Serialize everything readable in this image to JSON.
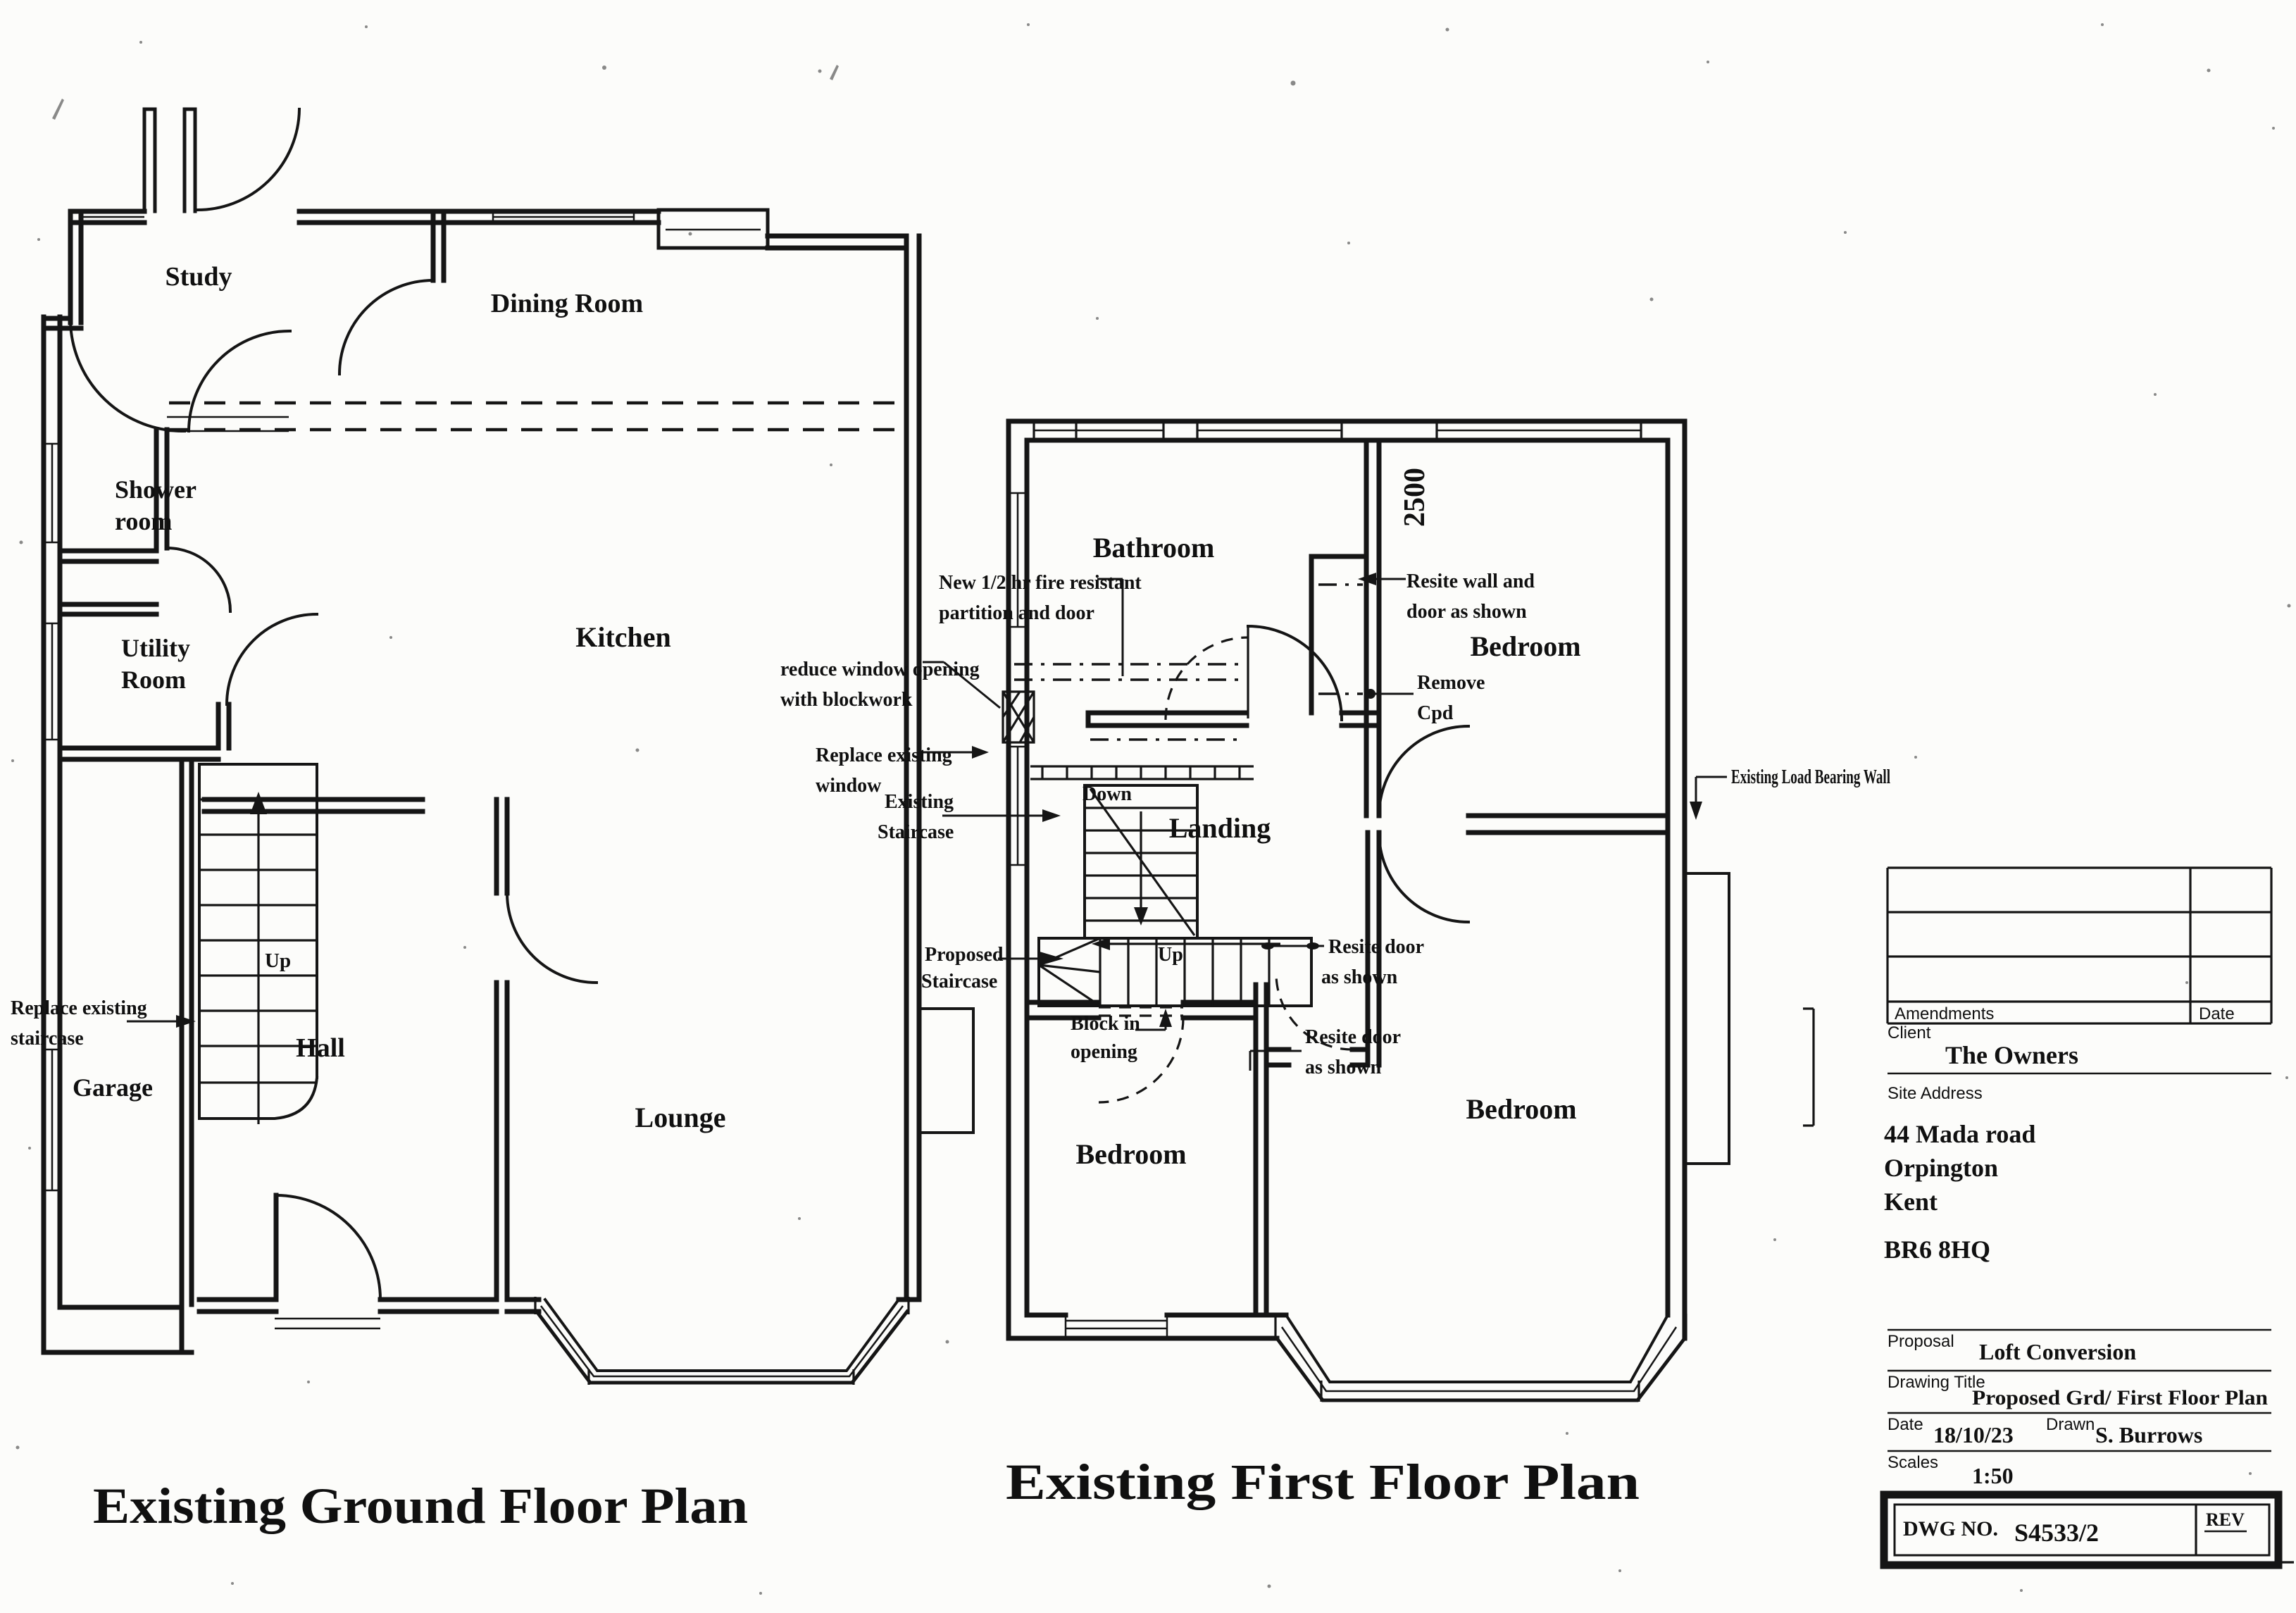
{
  "ground_floor": {
    "title": "Existing Ground Floor Plan",
    "rooms": {
      "study": "Study",
      "dining_room": "Dining Room",
      "shower_l1": "Shower",
      "shower_l2": "room",
      "utility_l1": "Utility",
      "utility_l2": "Room",
      "kitchen": "Kitchen",
      "hall": "Hall",
      "garage": "Garage",
      "lounge": "Lounge"
    },
    "stair": {
      "up": "Up"
    },
    "ann": {
      "replace_staircase_l1": "Replace existing",
      "replace_staircase_l2": "staircase"
    }
  },
  "first_floor": {
    "title": "Existing First Floor Plan",
    "rooms": {
      "bathroom": "Bathroom",
      "bedroom_top_right": "Bedroom",
      "landing": "Landing",
      "bedroom_bottom_left": "Bedroom",
      "bedroom_bottom_right": "Bedroom"
    },
    "stair": {
      "down": "Down",
      "up": "Up"
    },
    "dimensions": {
      "bedroom_width": "2500"
    },
    "ann": {
      "new_partition_l1": "New 1/2 hr fire resistant",
      "new_partition_l2": "partition and door",
      "reduce_window_l1": "reduce window opening",
      "reduce_window_l2": "with blockwork",
      "replace_window_l1": "Replace existing",
      "replace_window_l2": "window",
      "existing_staircase_l1": "Existing",
      "existing_staircase_l2": "Staircase",
      "proposed_staircase_l1": "Proposed",
      "proposed_staircase_l2": "Staircase",
      "block_opening_l1": "Block in",
      "block_opening_l2": "opening",
      "resite_wall_l1": "Resite wall and",
      "resite_wall_l2": "door as shown",
      "remove_cpd_l1": "Remove",
      "remove_cpd_l2": "Cpd",
      "load_bearing_wall": "Existing Load Bearing Wall",
      "resite_door_upper_l1": "Resite door",
      "resite_door_upper_l2": "as shown",
      "resite_door_lower_l1": "Resite door",
      "resite_door_lower_l2": "as shown"
    }
  },
  "title_block": {
    "amendments_label": "Amendments",
    "date_col_label": "Date",
    "client_label": "Client",
    "client": "The Owners",
    "site_address_label": "Site Address",
    "address_l1": "44 Mada road",
    "address_l2": "Orpington",
    "address_l3": "Kent",
    "address_l4": "BR6 8HQ",
    "proposal_label": "Proposal",
    "proposal": "Loft Conversion",
    "drawing_title_label": "Drawing Title",
    "drawing_title": "Proposed Grd/ First Floor Plan",
    "date_label": "Date",
    "date": "18/10/23",
    "drawn_label": "Drawn",
    "drawn": "S. Burrows",
    "scales_label": "Scales",
    "scales": "1:50",
    "dwg_no_label": "DWG NO.",
    "dwg_no": "S4533/2",
    "rev_label": "REV"
  },
  "colors": {
    "ink": "#151515",
    "paper": "#fcfcfa"
  }
}
